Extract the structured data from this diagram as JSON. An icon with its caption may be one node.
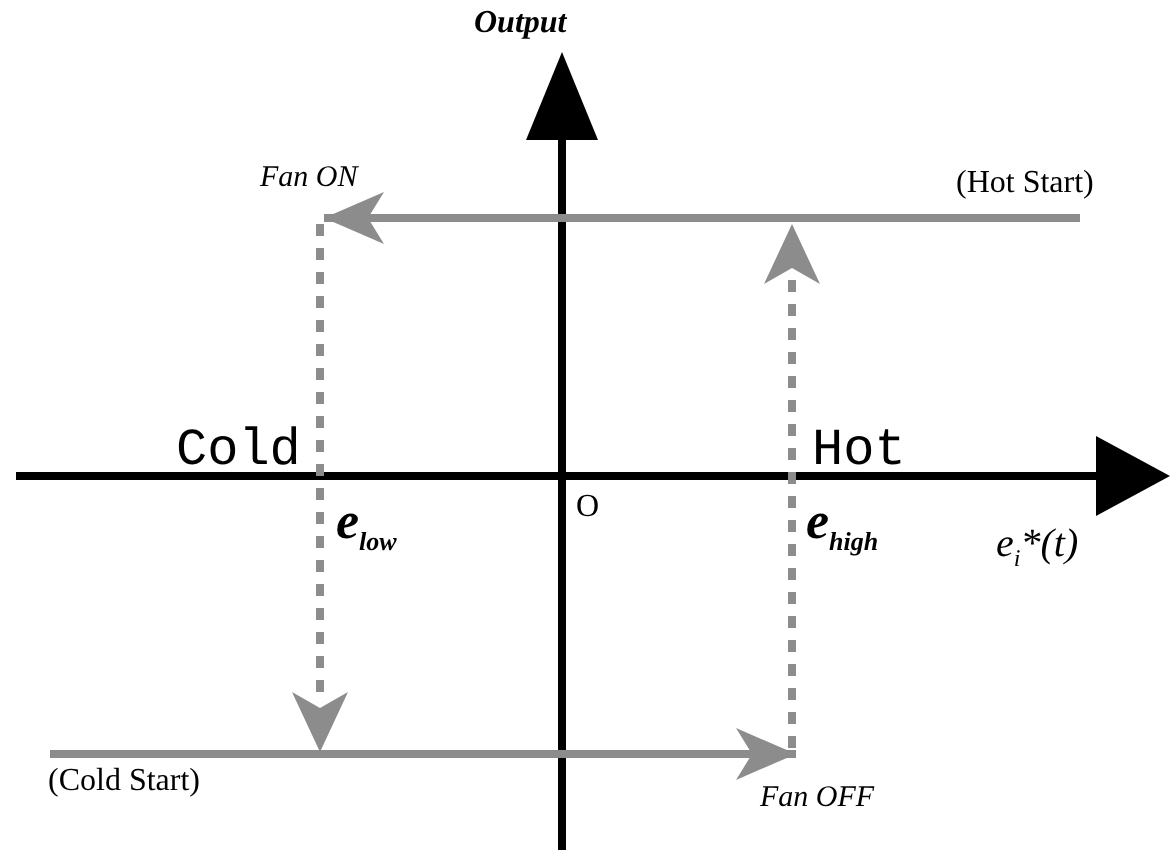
{
  "diagram": {
    "labels": [
      "Output",
      "Fan ON",
      "(Hot Start)",
      "Cold",
      "Hot",
      "O",
      "e$_{low}$",
      "e$_{high}$",
      "e$_{i}$*(t)",
      "(Cold Start)",
      "Fan OFF"
    ]
  }
}
